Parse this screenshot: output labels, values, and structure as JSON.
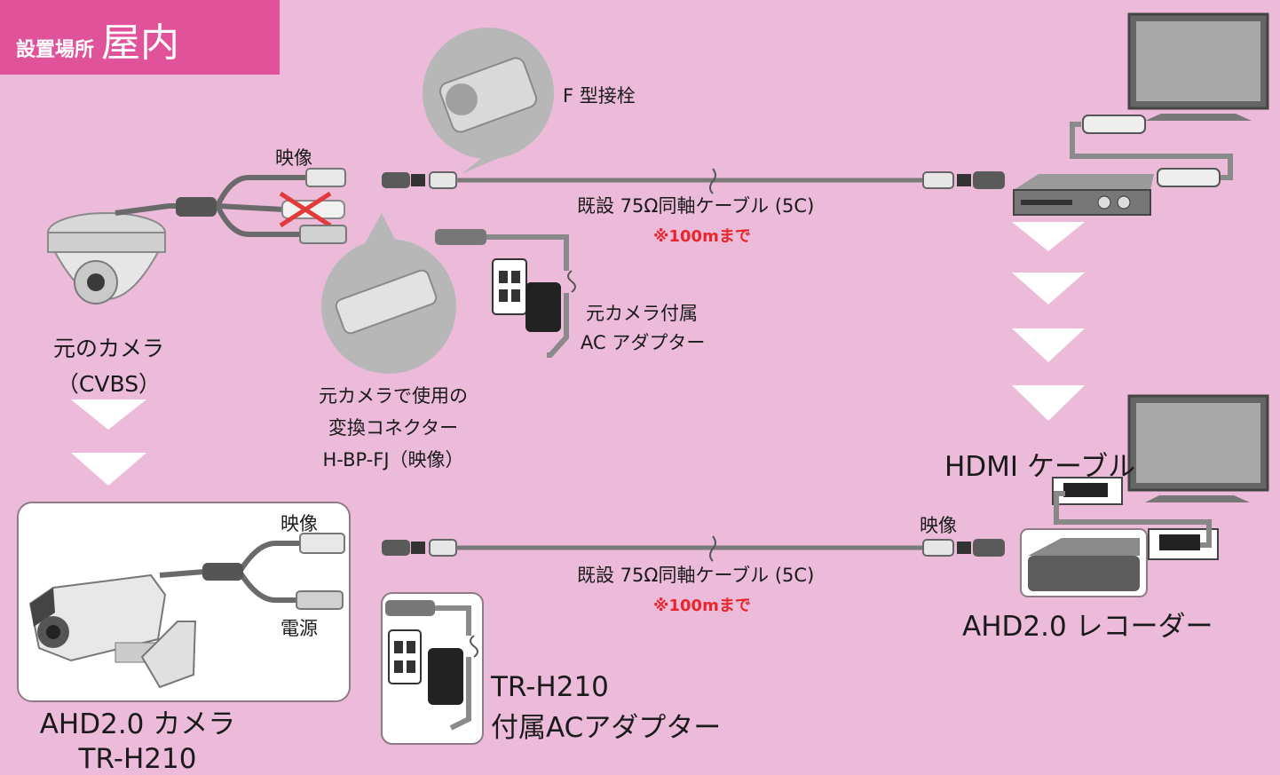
{
  "banner": {
    "small": "設置場所",
    "large": "屋内"
  },
  "top": {
    "f_connector_label": "F 型接栓",
    "video_label": "映像",
    "cable_label": "既設 75Ω同軸ケーブル (5C)",
    "cable_note": "※100mまで",
    "adapter_label_1": "元カメラ付属",
    "adapter_label_2": "AC アダプター",
    "camera_label_1": "元のカメラ",
    "camera_label_2": "（CVBS）",
    "converter_label_1": "元カメラで使用の",
    "converter_label_2": "変換コネクター",
    "converter_label_3": "H-BP-FJ（映像）"
  },
  "bottom": {
    "hdmi_label": "HDMI ケーブル",
    "video_label": "映像",
    "cam_video_label": "映像",
    "cam_power_label": "電源",
    "cable_label": "既設 75Ω同軸ケーブル (5C)",
    "cable_note": "※100mまで",
    "recorder_label": "AHD2.0 レコーダー",
    "camera_label_1": "AHD2.0 カメラ",
    "camera_label_2": "TR-H210",
    "adapter_label_1": "TR-H210",
    "adapter_label_2": "付属ACアダプター"
  },
  "colors": {
    "background": "#ebbbd9",
    "banner": "#e0539a",
    "arrow": "#ffffff",
    "note": "#e8262c"
  }
}
